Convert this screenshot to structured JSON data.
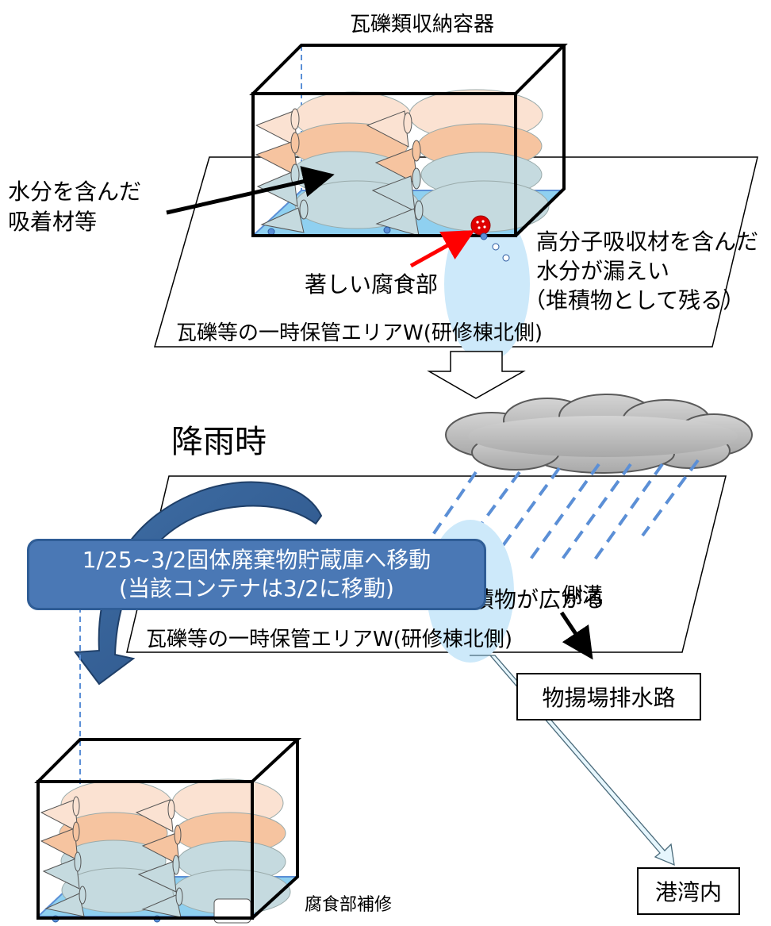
{
  "labels": {
    "container_title": "瓦礫類収納容器",
    "absorbent": [
      "水分を含んだ",
      "吸着材等"
    ],
    "corrosion": "著しい腐食部",
    "leak": [
      "高分子吸収材を含んだ",
      "水分が漏えい",
      "（堆積物として残る）"
    ],
    "area_top": "瓦礫等の一時保管エリアW(研修棟北側)",
    "rain_title": "降雨時",
    "spread": "堆積物が広がる",
    "area_bottom": "瓦礫等の一時保管エリアW(研修棟北側)",
    "ditch": "側溝",
    "drain": "物揚場排水路",
    "harbor": "港湾内",
    "move_line1": "1/25~3/2固体廃棄物貯蔵庫へ移動",
    "move_line2": "(当該コンテナは3/2に移動)",
    "repair": "腐食部補修"
  },
  "colors": {
    "peach_light": "#fbe2d2",
    "peach": "#f6c4a0",
    "bluegray": "#c5dadf",
    "tray_blue": "#8fd0f0",
    "leak_blue": "#cde9fa",
    "banner": "#4a78b5",
    "cloud": "#bfbfbf",
    "rain": "#5b8fd6",
    "corrosion_red": "#e00000"
  }
}
